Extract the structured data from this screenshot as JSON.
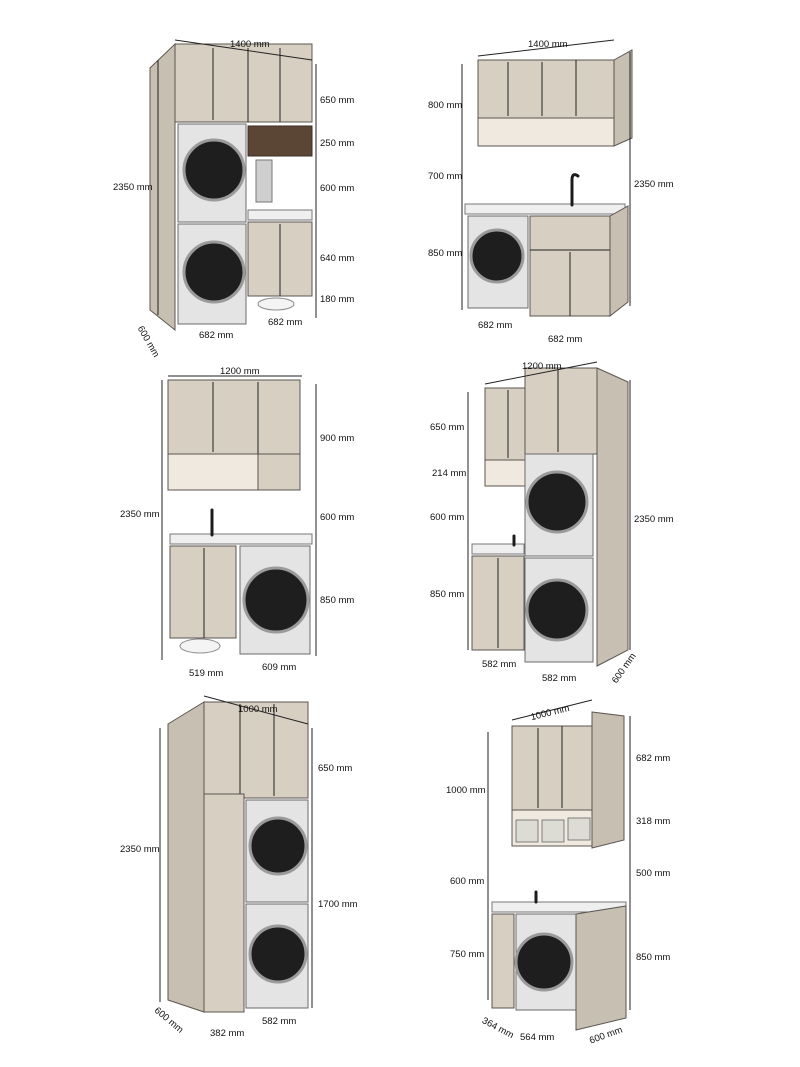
{
  "layouts": [
    {
      "name": "layout-1",
      "labels": [
        "1400 mm",
        "650 mm",
        "250 mm",
        "2350 mm",
        "600 mm",
        "640 mm",
        "180 mm",
        "600 mm",
        "682 mm",
        "682 mm"
      ]
    },
    {
      "name": "layout-2",
      "labels": [
        "1400 mm",
        "800 mm",
        "700 mm",
        "2350 mm",
        "850 mm",
        "682 mm",
        "682 mm"
      ]
    },
    {
      "name": "layout-3",
      "labels": [
        "1200 mm",
        "900 mm",
        "2350 mm",
        "600 mm",
        "850 mm",
        "519 mm",
        "609 mm"
      ]
    },
    {
      "name": "layout-4",
      "labels": [
        "1200 mm",
        "650 mm",
        "214 mm",
        "2350 mm",
        "600 mm",
        "850 mm",
        "582 mm",
        "582 mm",
        "600 mm"
      ]
    },
    {
      "name": "layout-5",
      "labels": [
        "1000 mm",
        "650 mm",
        "2350 mm",
        "1700 mm",
        "600 mm",
        "382 mm",
        "582 mm"
      ]
    },
    {
      "name": "layout-6",
      "labels": [
        "1000 mm",
        "682 mm",
        "1000 mm",
        "318 mm",
        "600 mm",
        "500 mm",
        "750 mm",
        "850 mm",
        "364 mm",
        "564 mm",
        "600 mm"
      ]
    }
  ],
  "colors": {
    "cabinet": "#d7cfc2",
    "wood_shelf": "#5b4636",
    "washer_body": "#e4e4e4",
    "washer_drum": "#1e1e1e"
  }
}
